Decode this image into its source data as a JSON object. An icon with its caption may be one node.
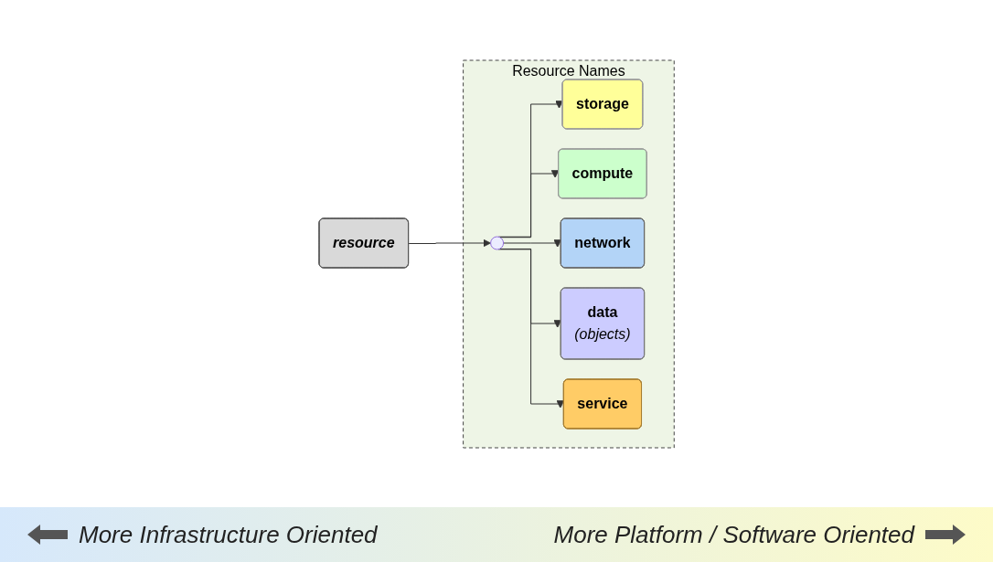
{
  "diagram": {
    "nodes": [
      {
        "text": [
          "resource"
        ]
      },
      {
        "text": [
          "Resource Names"
        ]
      },
      {
        "text": [],
        "shape": "circle",
        "in": 1
      },
      {
        "text": [
          "storage"
        ],
        "in": 1
      },
      {
        "text": [
          "compute"
        ],
        "in": 1
      },
      {
        "text": [
          "network"
        ],
        "in": 1
      },
      {
        "text": [
          "data",
          "(objects)"
        ],
        "in": 1
      },
      {
        "text": [
          "service"
        ],
        "in": 1
      }
    ],
    "edges": [
      {
        "from": 0,
        "to": 2,
        "arrow": "to"
      },
      {
        "from": 2,
        "to": 3,
        "arrow": "to"
      },
      {
        "from": 2,
        "to": 4,
        "arrow": "to"
      },
      {
        "from": 2,
        "to": 5,
        "arrow": "to"
      },
      {
        "from": 2,
        "to": 6,
        "arrow": "to"
      },
      {
        "from": 2,
        "to": 7,
        "arrow": "to"
      }
    ],
    "labels": [
      "More Infrastructure Oriented",
      "More Platform / Software Oriented"
    ]
  }
}
